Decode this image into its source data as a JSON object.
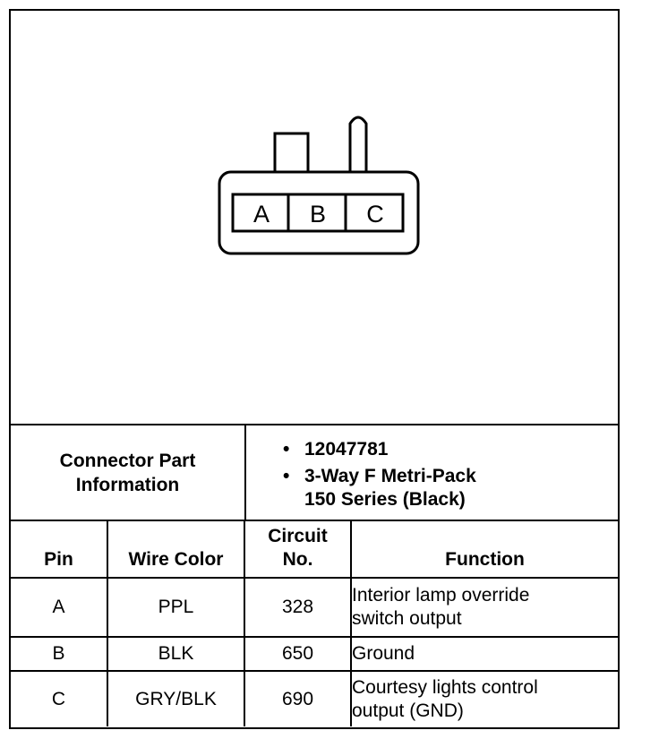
{
  "connector": {
    "pins": [
      "A",
      "B",
      "C"
    ]
  },
  "part_info": {
    "label_line1": "Connector Part",
    "label_line2": "Information",
    "part_number": "12047781",
    "description_line1": "3-Way F Metri-Pack",
    "description_line2": "150 Series (Black)"
  },
  "table": {
    "headers": {
      "pin": "Pin",
      "wire_color": "Wire Color",
      "circuit_line1": "Circuit",
      "circuit_line2": "No.",
      "function": "Function"
    },
    "rows": [
      {
        "pin": "A",
        "wire_color": "PPL",
        "circuit": "328",
        "function_line1": "Interior lamp override",
        "function_line2": "switch output"
      },
      {
        "pin": "B",
        "wire_color": "BLK",
        "circuit": "650",
        "function_line1": "Ground",
        "function_line2": ""
      },
      {
        "pin": "C",
        "wire_color": "GRY/BLK",
        "circuit": "690",
        "function_line1": "Courtesy lights control",
        "function_line2": "output (GND)"
      }
    ]
  }
}
